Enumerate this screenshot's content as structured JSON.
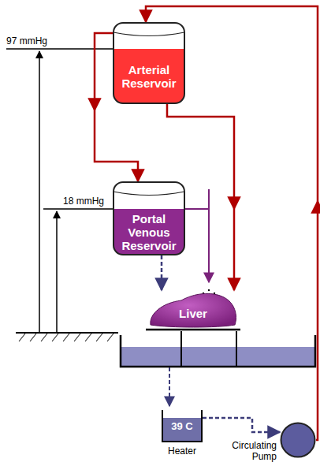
{
  "diagram": {
    "nodes": [
      {
        "text": [
          "Arterial Reservoir"
        ]
      },
      {
        "text": [
          "Portal Venous Reservoir"
        ]
      },
      {
        "text": [
          "Liver"
        ]
      },
      {
        "text": [
          "39 C",
          "Heater"
        ]
      },
      {
        "text": [
          "Circulating Pump"
        ]
      }
    ],
    "edges": [
      {
        "from": 0,
        "to": 1,
        "arrow": "to"
      },
      {
        "from": 0,
        "to": 2,
        "arrow": "to"
      },
      {
        "from": 1,
        "to": 2,
        "arrow": "to"
      },
      {
        "from": 3,
        "to": 4,
        "arrow": "to"
      },
      {
        "from": 4,
        "to": 0,
        "arrow": "to"
      }
    ],
    "labels": [
      "97 mmHg",
      "18 mmHg"
    ]
  }
}
